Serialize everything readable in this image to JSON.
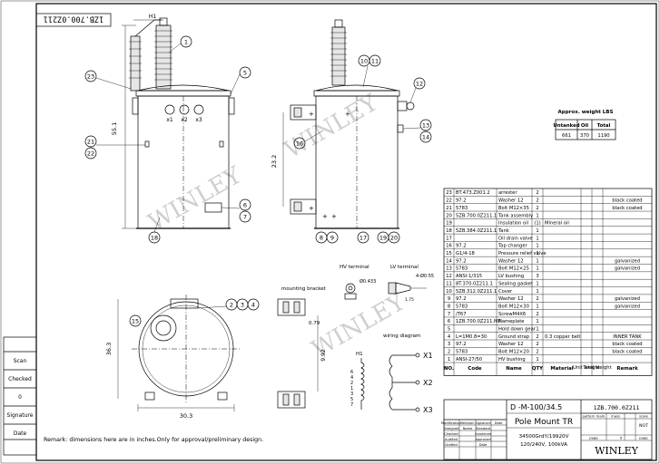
{
  "drawing_number": "1ZB.700.0Z211",
  "side_labels": [
    "Scan",
    "Checked",
    "0",
    "Signature",
    "Date"
  ],
  "remark": "Remark: dimensions here are in inches.Only for approval/preliminary design.",
  "watermark": "WINLEY",
  "callouts": [
    "1",
    "2",
    "3",
    "4",
    "5",
    "6",
    "7",
    "8",
    "9",
    "10",
    "11",
    "12",
    "13",
    "14",
    "15",
    "16",
    "17",
    "18",
    "19",
    "20",
    "21",
    "22",
    "23"
  ],
  "terminal_labels": [
    "x1",
    "x2",
    "x3"
  ],
  "dims": {
    "h1": "H1",
    "height": "55.1",
    "tank_height": "23.2",
    "plan_depth": "36.3",
    "plan_width": "30.3",
    "bracket_w": "0.79",
    "bracket_h": "9.92",
    "lv_dim": "4-Ø0.55",
    "hv_dim": "Ø0.433",
    "lv_small": "1.75"
  },
  "section_labels": {
    "hv_terminal": "HV terminal",
    "lv_terminal": "LV terminal",
    "mounting_bracket": "mounting bracket",
    "wiring_diagram": "wiring diagram"
  },
  "wiring": {
    "h1": "H1",
    "taps": [
      "6",
      "4",
      "2",
      "1",
      "3",
      "5",
      "7"
    ],
    "x_terms": [
      "X1",
      "X2",
      "X3"
    ]
  },
  "weights": {
    "title": "Approx. weight LBS",
    "headers": [
      "Untanked",
      "Oil",
      "Total"
    ],
    "values": [
      "661",
      "370",
      "1190"
    ]
  },
  "bom": {
    "rows": [
      {
        "no": "23",
        "code": "BT.473.Z001.2",
        "name": "arrester",
        "qty": "2",
        "material": "",
        "remark": ""
      },
      {
        "no": "22",
        "code": "97.2",
        "name": "Washer 12",
        "qty": "2",
        "material": "",
        "remark": "black coated"
      },
      {
        "no": "21",
        "code": "5783",
        "name": "Bolt M12×35",
        "qty": "2",
        "material": "",
        "remark": "black coated"
      },
      {
        "no": "20",
        "code": "5ZB.700.0Z211.1",
        "name": "Tank assembly",
        "qty": "1",
        "material": "",
        "remark": ""
      },
      {
        "no": "19",
        "code": "",
        "name": "Insulation oil",
        "qty": "(1)",
        "material": "Mineral oil",
        "remark": ""
      },
      {
        "no": "18",
        "code": "5ZB.384.0Z211.1",
        "name": "Tank",
        "qty": "1",
        "material": "",
        "remark": ""
      },
      {
        "no": "17",
        "code": "",
        "name": "Oil drain valve",
        "qty": "1",
        "material": "",
        "remark": ""
      },
      {
        "no": "16",
        "code": "97.2",
        "name": "Tap changer",
        "qty": "1",
        "material": "",
        "remark": ""
      },
      {
        "no": "15",
        "code": "G1/4-18",
        "name": "Pressure relief valve",
        "qty": "1",
        "material": "",
        "remark": ""
      },
      {
        "no": "14",
        "code": "97.2",
        "name": "Washer 12",
        "qty": "1",
        "material": "",
        "remark": "galvanized"
      },
      {
        "no": "13",
        "code": "5783",
        "name": "Bolt M12×25",
        "qty": "1",
        "material": "",
        "remark": "galvanized"
      },
      {
        "no": "12",
        "code": "ANSI-1/315",
        "name": "LV bushing",
        "qty": "3",
        "material": "",
        "remark": ""
      },
      {
        "no": "11",
        "code": "8T.370.0Z211.1",
        "name": "Sealing gasket",
        "qty": "1",
        "material": "",
        "remark": ""
      },
      {
        "no": "10",
        "code": "5ZB.312.0Z211.1",
        "name": "Cover",
        "qty": "1",
        "material": "",
        "remark": ""
      },
      {
        "no": "9",
        "code": "97.2",
        "name": "Washer 12",
        "qty": "2",
        "material": "",
        "remark": "galvanized"
      },
      {
        "no": "8",
        "code": "5783",
        "name": "Bolt M12×30",
        "qty": "1",
        "material": "",
        "remark": "galvanized"
      },
      {
        "no": "7",
        "code": "/T67",
        "name": "ScrewM4X6",
        "qty": "2",
        "material": "",
        "remark": ""
      },
      {
        "no": "6",
        "code": "1ZB.700.0Z211.MP",
        "name": "Nameplate",
        "qty": "1",
        "material": "",
        "remark": ""
      },
      {
        "no": "5",
        "code": "",
        "name": "Hold down gear",
        "qty": "1",
        "material": "",
        "remark": ""
      },
      {
        "no": "4",
        "code": "L=1M0.8=30",
        "name": "Ground strap",
        "qty": "2",
        "material": "0.3 copper belt",
        "remark": "INNER TANK"
      },
      {
        "no": "3",
        "code": "97.2",
        "name": "Washer 12",
        "qty": "2",
        "material": "",
        "remark": "black coated"
      },
      {
        "no": "2",
        "code": "5783",
        "name": "Bolt M12×20",
        "qty": "2",
        "material": "",
        "remark": "black coated"
      },
      {
        "no": "1",
        "code": "ANSI-27/50",
        "name": "HV bushing",
        "qty": "1",
        "material": "",
        "remark": ""
      }
    ],
    "headers": {
      "no": "NO.",
      "code": "Code",
      "name": "Name",
      "qty": "QTY",
      "material": "Material",
      "unit_weight": "Unit weight",
      "total_weight": "Total weight",
      "remark": "Remark"
    }
  },
  "title_block": {
    "model": "D -M-100/34.5",
    "type": "Pole Mount TR",
    "voltage": "34500GrdY/19920V",
    "rating": "120/240V, 100kVA",
    "drawing_no": "1ZB.700.0Z211",
    "left_rows": [
      [
        "Modification",
        "Revision",
        "Signature",
        "Date"
      ],
      [
        "Designed",
        "Name",
        "Standard",
        ""
      ],
      [
        "Checked",
        "",
        "Examined",
        ""
      ],
      [
        "Audited",
        "",
        "Approved",
        ""
      ],
      [
        "Drafted",
        "",
        "Date",
        ""
      ]
    ],
    "mark_headers": [
      "pattern mark",
      "mass",
      "scale"
    ],
    "scale_value": "NOT",
    "page_labels": [
      "page",
      "9",
      "page"
    ],
    "company": "WINLEY"
  }
}
